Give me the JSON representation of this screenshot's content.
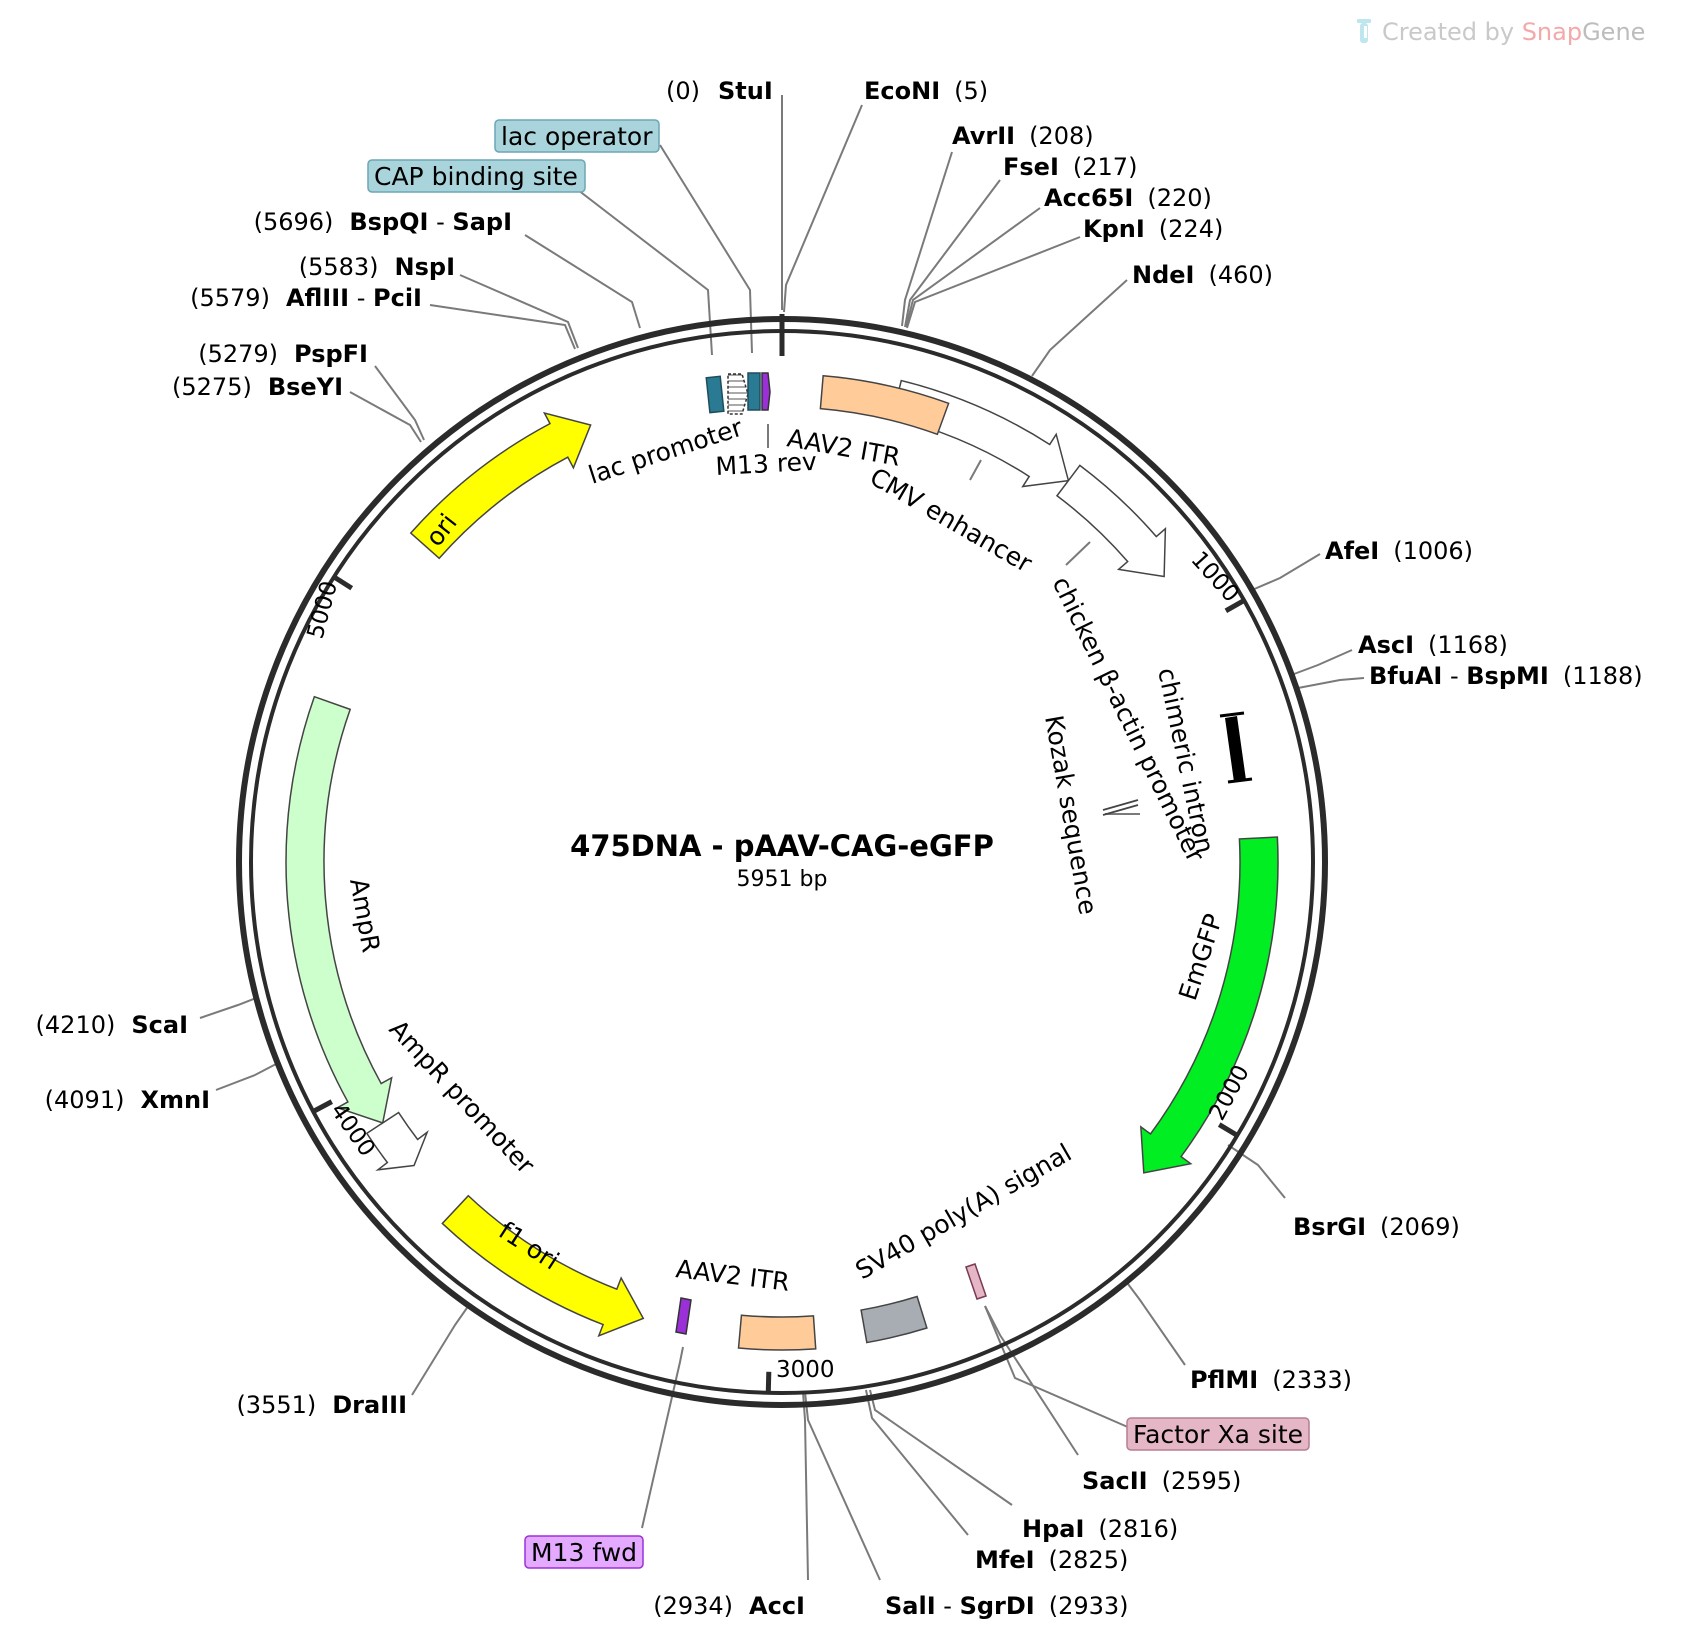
{
  "watermark": {
    "prefix": "Created by",
    "brand_snap": "Snap",
    "brand_gene": "Gene"
  },
  "plasmid": {
    "name": "475DNA - pAAV-CAG-eGFP",
    "length_label": "5951 bp",
    "length_bp": 5951
  },
  "ticks": [
    {
      "pos": 1000,
      "label": "1000"
    },
    {
      "pos": 2000,
      "label": "2000"
    },
    {
      "pos": 3000,
      "label": "3000"
    },
    {
      "pos": 4000,
      "label": "4000"
    },
    {
      "pos": 5000,
      "label": "5000"
    }
  ],
  "features": [
    {
      "name": "ori",
      "start": 5150,
      "end": 5560,
      "direction": "forward",
      "color": "#ffff00",
      "label": "ori"
    },
    {
      "name": "AmpR",
      "start": 3915,
      "end": 4785,
      "direction": "reverse",
      "color": "#ccffcc",
      "label": "AmpR"
    },
    {
      "name": "AmpR promoter",
      "start": 3810,
      "end": 3915,
      "direction": "reverse",
      "color": "#ffffff",
      "label": "AmpR promoter"
    },
    {
      "name": "f1 ori",
      "start": 3255,
      "end": 3690,
      "direction": "reverse",
      "color": "#ffff00",
      "label": "f1 ori"
    },
    {
      "name": "CMV enhancer",
      "start": 230,
      "end": 610,
      "direction": "forward",
      "color": "#ffffff",
      "label": "CMV enhancer"
    },
    {
      "name": "chicken b-actin promoter",
      "start": 610,
      "end": 880,
      "direction": "forward",
      "color": "#ffffff",
      "label": "chicken β-actin promoter"
    },
    {
      "name": "EmGFP",
      "start": 1440,
      "end": 2160,
      "direction": "forward",
      "color": "#00ee22",
      "label": "EmGFP"
    },
    {
      "name": "AAV2 ITR left",
      "start": 80,
      "end": 330,
      "color": "#ffcc99",
      "label": "AAV2 ITR"
    },
    {
      "name": "AAV2 ITR right",
      "start": 2910,
      "end": 3060,
      "color": "#ffcc99",
      "label": "AAV2 ITR"
    },
    {
      "name": "SV40 poly(A) signal",
      "start": 2690,
      "end": 2810,
      "color": "#a7adb2",
      "label": "SV40 poly(A) signal"
    }
  ],
  "feature_labels": {
    "lac_promoter": "lac promoter",
    "m13_rev": "M13 rev",
    "chimeric_intron": "chimeric intron",
    "kozak": "Kozak sequence",
    "lac_operator": "lac operator",
    "cap_binding_site": "CAP binding site",
    "factor_xa_site": "Factor Xa site",
    "m13_fwd": "M13 fwd"
  },
  "sites": [
    {
      "name": "StuI",
      "pos": "(0)"
    },
    {
      "name": "EcoNI",
      "pos": "(5)"
    },
    {
      "name": "AvrII",
      "pos": "(208)"
    },
    {
      "name": "FseI",
      "pos": "(217)"
    },
    {
      "name": "Acc65I",
      "pos": "(220)"
    },
    {
      "name": "KpnI",
      "pos": "(224)"
    },
    {
      "name": "NdeI",
      "pos": "(460)"
    },
    {
      "name": "AfeI",
      "pos": "(1006)"
    },
    {
      "name": "AscI",
      "pos": "(1168)"
    },
    {
      "name": "BfuAI",
      "name2": "BspMI",
      "pos": "(1188)"
    },
    {
      "name": "BsrGI",
      "pos": "(2069)"
    },
    {
      "name": "PflMI",
      "pos": "(2333)"
    },
    {
      "name": "SacII",
      "pos": "(2595)"
    },
    {
      "name": "HpaI",
      "pos": "(2816)"
    },
    {
      "name": "MfeI",
      "pos": "(2825)"
    },
    {
      "name": "SalI",
      "name2": "SgrDI",
      "pos": "(2933)"
    },
    {
      "name": "AccI",
      "pos": "(2934)"
    },
    {
      "name": "DraIII",
      "pos": "(3551)"
    },
    {
      "name": "XmnI",
      "pos": "(4091)"
    },
    {
      "name": "ScaI",
      "pos": "(4210)"
    },
    {
      "name": "BseYI",
      "pos": "(5275)"
    },
    {
      "name": "PspFI",
      "pos": "(5279)"
    },
    {
      "name": "AflIII",
      "name2": "PciI",
      "pos": "(5579)"
    },
    {
      "name": "NspI",
      "pos": "(5583)"
    },
    {
      "name": "BspQI",
      "name2": "SapI",
      "pos": "(5696)"
    }
  ],
  "colors": {
    "backbone": "#2b2b2b",
    "leader": "#7a7a7a",
    "lac_operator_box": "#a9d4db",
    "cap_box": "#a9d4db",
    "factor_xa_box": "#e5b6c6",
    "m13_fwd_box": "#e4aaff",
    "lac_block": "#2b7a93",
    "m13_mark": "#9b30d9"
  }
}
